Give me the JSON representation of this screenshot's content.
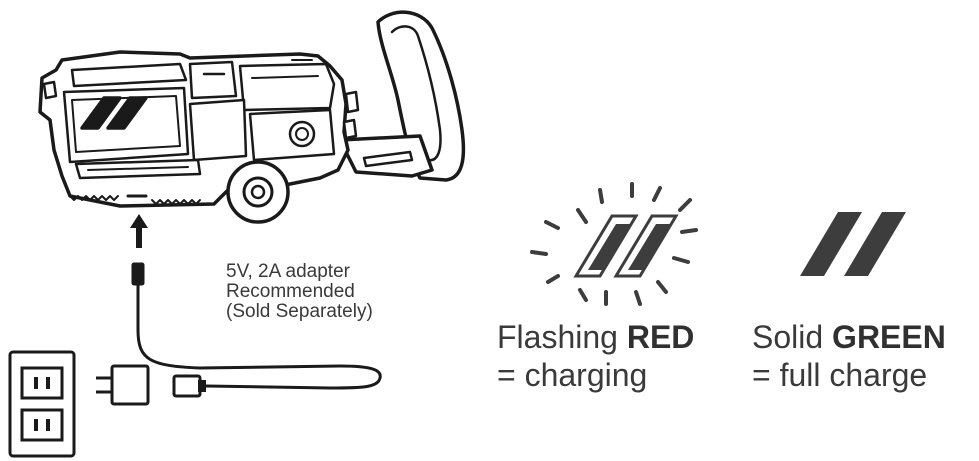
{
  "adapter_note": {
    "line1": "5V, 2A adapter",
    "line2": "Recommended",
    "line3": "(Sold Separately)"
  },
  "status_red": {
    "prefix": "Flashing ",
    "color_word": "RED",
    "meaning": "= charging"
  },
  "status_green": {
    "prefix": "Solid ",
    "color_word": "GREEN",
    "meaning": "= full charge"
  },
  "colors": {
    "stroke": "#1a1a1a",
    "indicator_fill": "#3d3d3d",
    "text": "#3a3a3a",
    "background": "#ffffff"
  },
  "icons": [
    "blaster-device",
    "charging-arrow-icon",
    "usb-cable",
    "usb-plug-icon",
    "wall-adapter-icon",
    "wall-outlet-icon",
    "flashing-indicator-icon",
    "solid-indicator-icon"
  ]
}
